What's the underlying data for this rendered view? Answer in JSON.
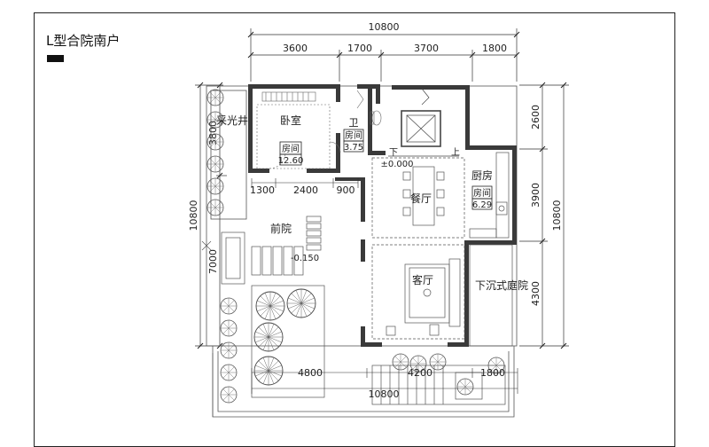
{
  "title": "L型合院南户",
  "dimensions": {
    "top_total": "10800",
    "top_segments": [
      "3600",
      "1700",
      "3700",
      "1800"
    ],
    "right_segments": [
      "2600",
      "3900",
      "4300"
    ],
    "right_total": "10800",
    "left_total": "10800",
    "left_upper": "3800",
    "left_lower": "7000",
    "inner_row": [
      "1300",
      "2400",
      "900"
    ],
    "bottom_segments": [
      "4800",
      "4200",
      "1800"
    ],
    "bottom_total": "10800"
  },
  "rooms": {
    "light_well": "采光井",
    "bedroom": "卧室",
    "bedroom_tag": "房间",
    "bedroom_area": "12.60",
    "bath": "卫",
    "bath_tag": "房间",
    "bath_area": "3.75",
    "stair_down": "下",
    "stair_up": "上",
    "level": "±0.000",
    "dining": "餐厅",
    "kitchen": "厨房",
    "kitchen_tag": "房间",
    "kitchen_area": "6.29",
    "front_yard": "前院",
    "yard_level": "-0.150",
    "living": "客厅",
    "sunken_court": "下沉式庭院"
  }
}
